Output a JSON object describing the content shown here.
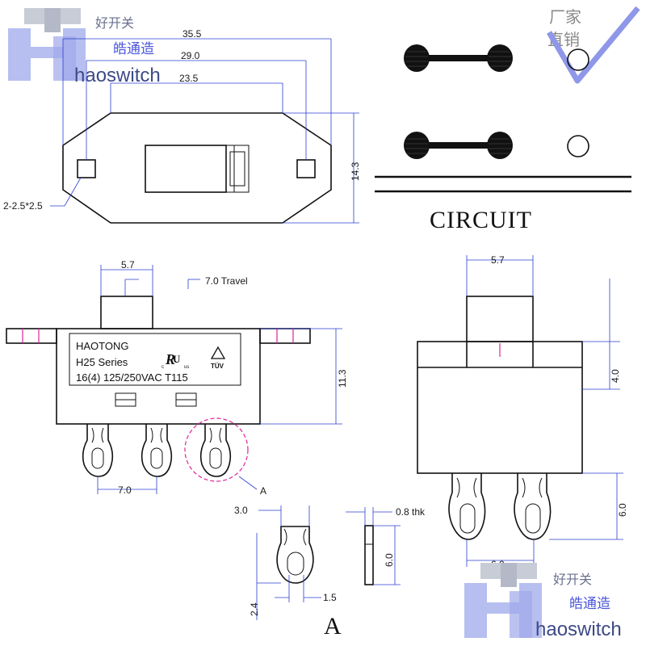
{
  "logo": {
    "chinese_brand": "好开关",
    "chinese_name": "皓通造",
    "latin": "haoswitch"
  },
  "stamp": {
    "line1": "厂家",
    "line2": "直销"
  },
  "top_view": {
    "dims": {
      "overall": "35.5",
      "mount_pitch": "29.0",
      "inner": "23.5",
      "height": "14.3",
      "hole": "2-2.5*2.5"
    }
  },
  "circuit": {
    "title": "CIRCUIT"
  },
  "front_view": {
    "dims": {
      "actuator_width": "5.7",
      "travel": "7.0 Travel",
      "body_height": "11.3",
      "terminal_pitch": "7.0"
    },
    "label": {
      "line1": "HAOTONG",
      "line2": "H25 Series",
      "line3": "16(4) 125/250VAC T115"
    },
    "cert": {
      "ul_c": "c",
      "ul_us": "us",
      "tuv": "TÜV"
    },
    "callout": "A"
  },
  "side_view": {
    "dims": {
      "actuator_width": "5.7",
      "actuator_height": "4.0",
      "terminal_length": "6.0",
      "terminal_pitch": "6.0"
    }
  },
  "detail_a": {
    "dims": {
      "width": "3.0",
      "thickness": "0.8 thk",
      "length": "6.0",
      "offset": "2.4",
      "hole": "1.5"
    },
    "title": "A"
  }
}
